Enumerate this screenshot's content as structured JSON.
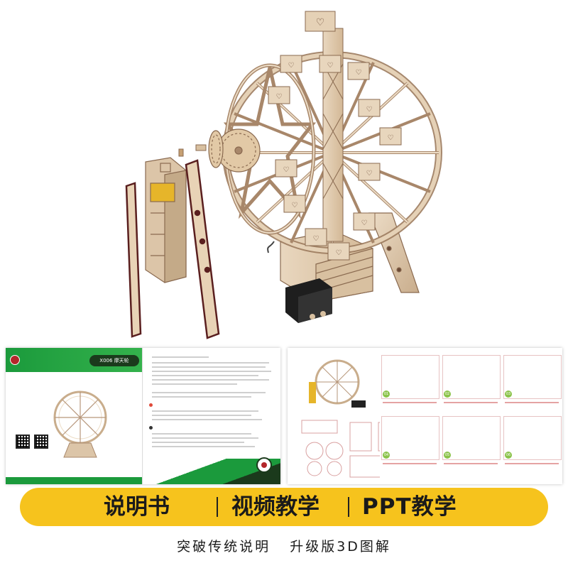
{
  "banner": {
    "features": [
      "说明书",
      "视频教学",
      "PPT教学"
    ],
    "subtitle": "突破传统说明   升级版3D图解"
  },
  "manual_cover": {
    "model_code": "X006",
    "product_name": "摩天轮"
  },
  "colors": {
    "banner_yellow": "#f6c31d",
    "brand_green": "#1b9a3c",
    "brand_dark_green": "#1b3a1c",
    "wood": "#dcc5a8",
    "wood_dark": "#a9876a",
    "motor_yellow": "#e6b52a",
    "accent_maroon": "#5a1f1f"
  }
}
